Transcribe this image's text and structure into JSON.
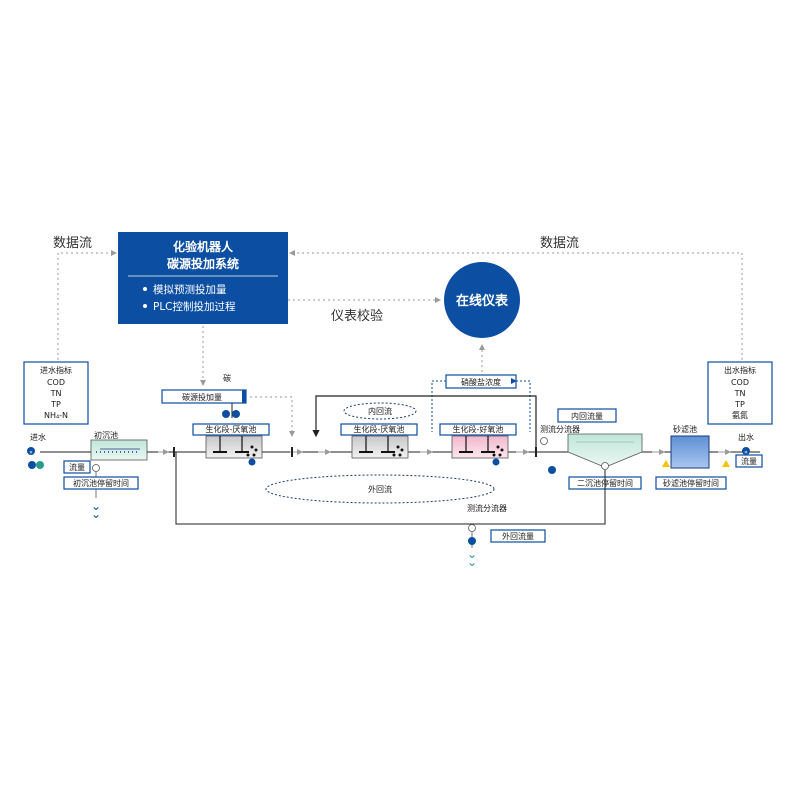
{
  "robot": {
    "title_line1": "化验机器人",
    "title_line2": "碳源投加系统",
    "bullets": [
      "模拟预测投加量",
      "PLC控制投加过程"
    ]
  },
  "labels": {
    "data_flow_left": "数据流",
    "data_flow_right": "数据流",
    "calibration": "仪表校验",
    "online_meter": "在线仪表",
    "carbon": "碳",
    "carbon_dose": "碳源投加量",
    "nitrate": "硝酸盐浓度",
    "inner_return_oval": "内回流",
    "inner_return_flow": "内回流量",
    "outer_return_oval": "外回流",
    "outer_return_flow": "外回流量",
    "splitter_top": "测流分流器",
    "splitter_bottom": "测流分流器",
    "influent": "进水",
    "effluent": "出水",
    "primary_tank": "初沉池",
    "sand_filter": "砂滤池",
    "flow_left": "流量",
    "flow_right": "流量",
    "primary_time": "初沉池停留时间",
    "secondary_time": "二沉池停留时间",
    "sand_time": "砂滤池停留时间",
    "tank1": "生化段-厌氧池",
    "tank2": "生化段-厌氧池",
    "tank3": "生化段-好氧池"
  },
  "influent_box": {
    "title": "进水指标",
    "items": [
      "COD",
      "TN",
      "TP",
      "NH₄-N"
    ]
  },
  "effluent_box": {
    "title": "出水指标",
    "items": [
      "COD",
      "TN",
      "TP",
      "氨氮"
    ]
  },
  "colors": {
    "brand_blue": "#0b4ea2",
    "dark_navy": "#1a3a78",
    "teal": "#2a9c8c",
    "pink": "#f2b8cc",
    "warning": "#f5c400"
  }
}
